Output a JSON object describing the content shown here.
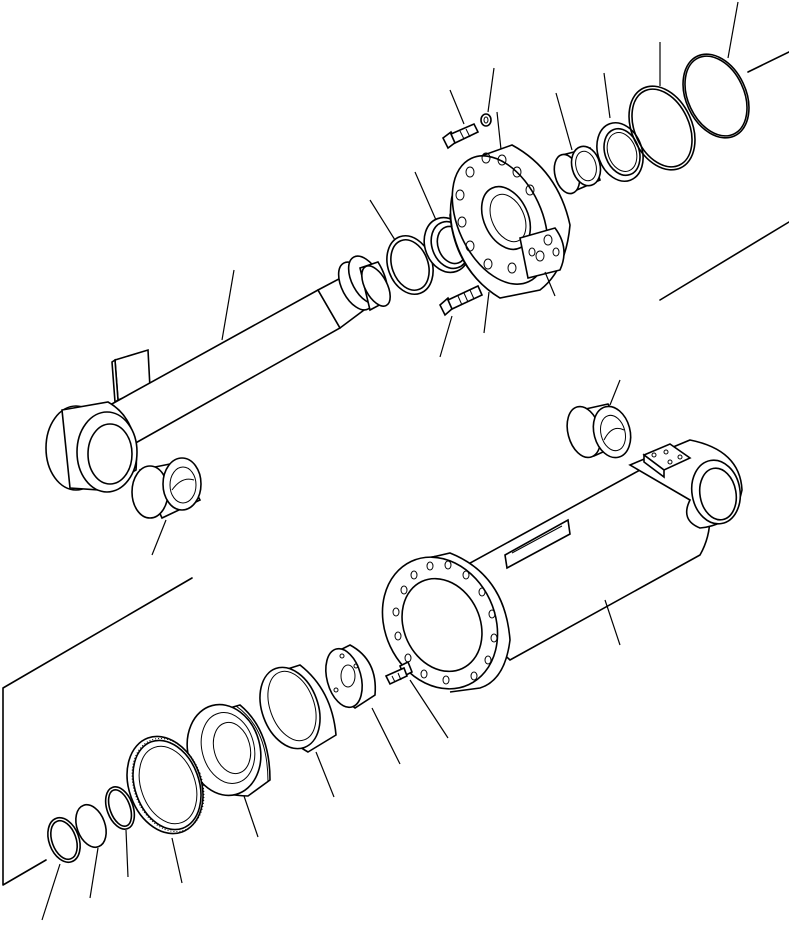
{
  "diagram": {
    "type": "exploded-parts-view",
    "background": "#ffffff",
    "line_color": "#000000",
    "parts": [
      "piston-rod",
      "rod-end-bushing",
      "rod-wiper-ring",
      "rod-seal",
      "head-bolt",
      "bolt-washer",
      "cylinder-head",
      "head-bushing",
      "backup-ring",
      "head-o-ring",
      "head-seal-ring",
      "cylinder-tube",
      "bottom-bushing",
      "piston-bolt",
      "piston-nut",
      "wear-ring",
      "piston",
      "piston-seal-ring",
      "ring-a",
      "ring-b",
      "ring-c"
    ]
  }
}
